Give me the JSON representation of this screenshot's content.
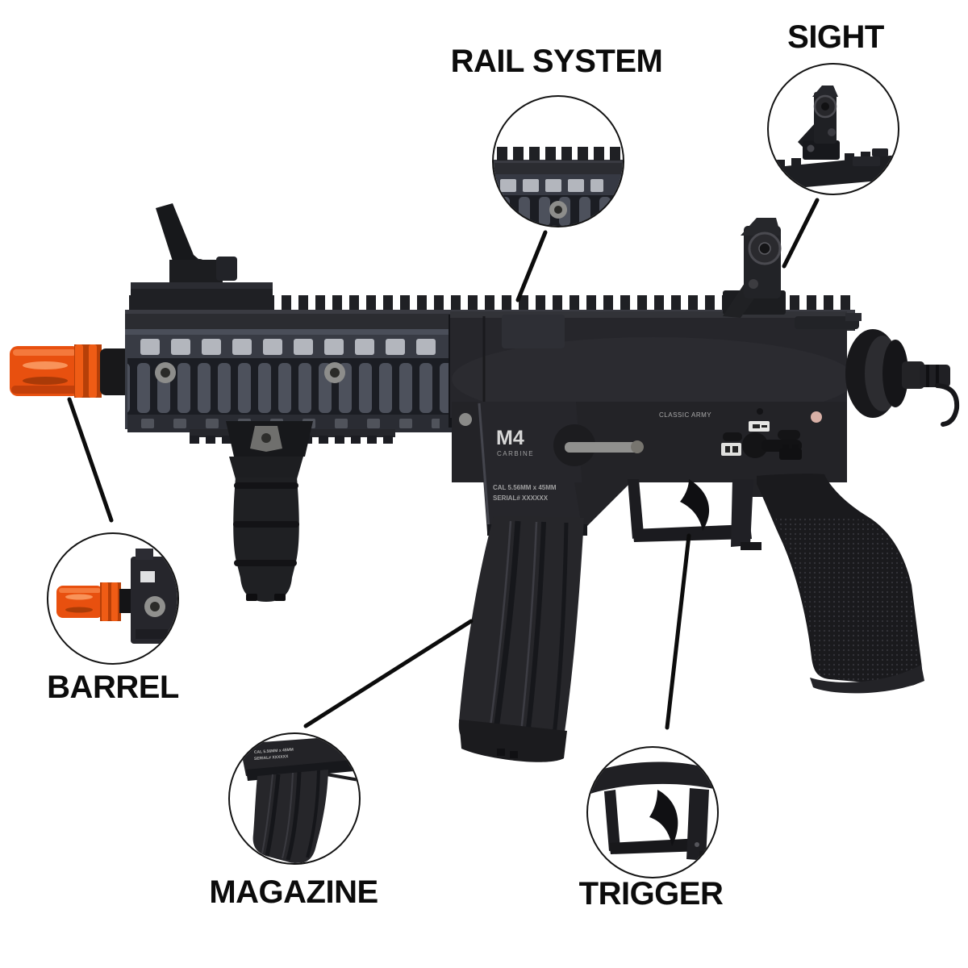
{
  "diagram": {
    "background_color": "#ffffff",
    "accent_orange": "#e8500f",
    "gun_black": "#232327",
    "line_color": "#0c0c0c"
  },
  "callouts": [
    {
      "id": "rail-system",
      "label": "RAIL SYSTEM"
    },
    {
      "id": "sight",
      "label": "SIGHT"
    },
    {
      "id": "barrel",
      "label": "BARREL"
    },
    {
      "id": "magazine",
      "label": "MAGAZINE"
    },
    {
      "id": "trigger",
      "label": "TRIGGER"
    }
  ],
  "receiver_markings": {
    "brand": "CLASSIC ARMY",
    "model": "M4",
    "model_type": "CARBINE",
    "caliber": "CAL 5.56MM x 45MM",
    "serial": "SERIAL# XXXXXX"
  }
}
